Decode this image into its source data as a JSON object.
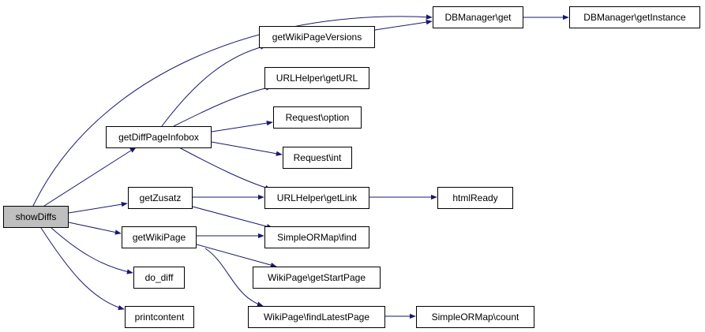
{
  "colors": {
    "edge": "#191970",
    "root_fill": "#bfbfbf",
    "node_fill": "#ffffff",
    "node_border": "#000000"
  },
  "nodes": {
    "showDiffs": "showDiffs",
    "getDiffPageInfobox": "getDiffPageInfobox",
    "getZusatz": "getZusatz",
    "getWikiPage": "getWikiPage",
    "do_diff": "do_diff",
    "printcontent": "printcontent",
    "getWikiPageVersions": "getWikiPageVersions",
    "urlHelperGetURL": "URLHelper\\getURL",
    "requestOption": "Request\\option",
    "requestInt": "Request\\int",
    "urlHelperGetLink": "URLHelper\\getLink",
    "simpleORMapFind": "SimpleORMap\\find",
    "wikiPageGetStartPage": "WikiPage\\getStartPage",
    "wikiPageFindLatestPage": "WikiPage\\findLatestPage",
    "dbManagerGet": "DBManager\\get",
    "htmlReady": "htmlReady",
    "simpleORMapCount": "SimpleORMap\\count",
    "dbManagerGetInstance": "DBManager\\getInstance"
  }
}
